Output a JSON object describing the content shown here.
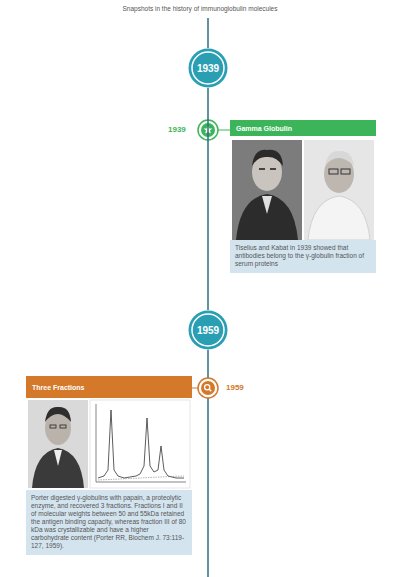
{
  "diagram": {
    "title": "Snapshots in the history of immunoglobulin molecules",
    "nodes": [
      {
        "text": [
          "1939"
        ]
      },
      {
        "text": [
          "Gamma Globulin",
          "Tiselius and Kabat in 1939 showed that antibodies belong to the γ-globulin fraction of serum proteins"
        ]
      },
      {
        "text": [
          "1959"
        ]
      },
      {
        "text": [
          "Three Fractions",
          "Porter digested γ-globulins with papain, a proteolytic enzyme, and recovered 3 fractions. Fractions I and II of molecular weights between 50 and 55kDa retained the antigen binding capacity, whereas fraction III of 80 kDa was crystallizable and have a higher carbohydrate content (Porter RR, Biochem J. 73:119-127, 1959)."
        ]
      }
    ],
    "edges": [
      {
        "from": 0,
        "to": 2,
        "arrow": "none"
      }
    ],
    "labels": [
      "1939",
      "1959"
    ]
  }
}
